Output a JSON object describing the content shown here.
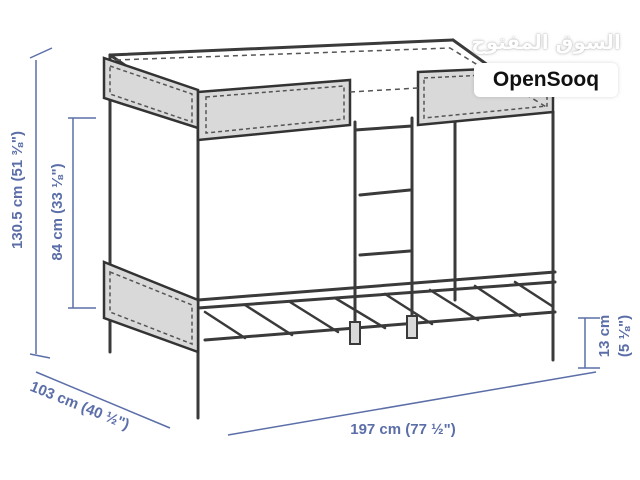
{
  "colors": {
    "line": "#3a3a3a",
    "panel_fill": "#d9d9d9",
    "panel_edge": "#333333",
    "dimension": "#5b6ea8"
  },
  "dimensions": {
    "total_height": "130.5 cm (51 ⅜\")",
    "upper_bed_height": "84 cm (33 ⅛\")",
    "depth": "103 cm (40 ½\")",
    "length": "197 cm (77 ½\")",
    "under_bed_clearance": "13 cm",
    "under_bed_clearance_inches": "(5 ⅛\")"
  },
  "watermark": {
    "arabic": "السوق المفتوح",
    "brand": "OpenSooq"
  }
}
